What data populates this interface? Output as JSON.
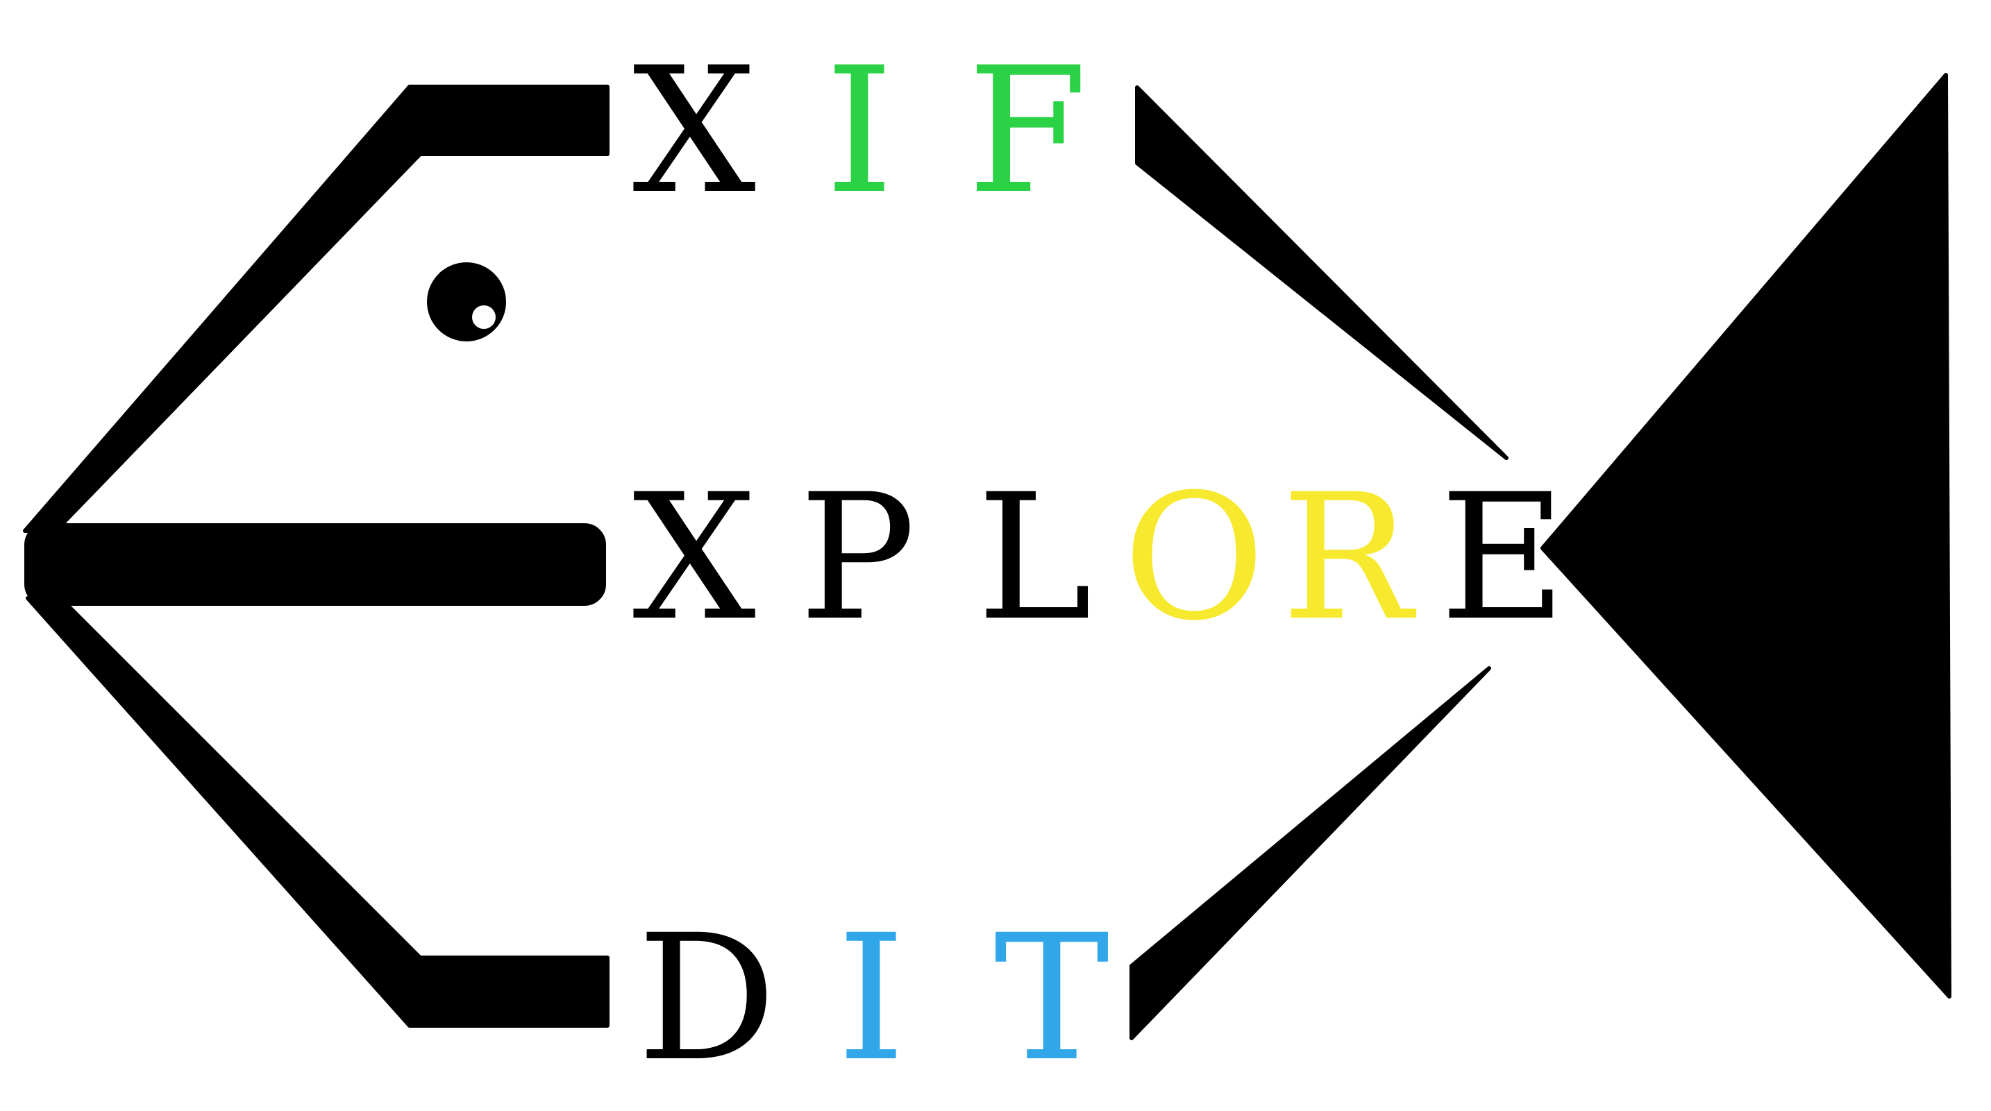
{
  "logo": {
    "words": [
      {
        "letters": [
          {
            "char": "X",
            "color": "#000000"
          },
          {
            "char": "I",
            "color": "#2bd245"
          },
          {
            "char": "F",
            "color": "#2bd245"
          }
        ]
      },
      {
        "letters": [
          {
            "char": "X",
            "color": "#000000"
          },
          {
            "char": "P",
            "color": "#000000"
          },
          {
            "char": "L",
            "color": "#000000"
          },
          {
            "char": "O",
            "color": "#f6e92e"
          },
          {
            "char": "R",
            "color": "#f6e92e"
          },
          {
            "char": "E",
            "color": "#000000"
          }
        ]
      },
      {
        "letters": [
          {
            "char": "D",
            "color": "#000000"
          },
          {
            "char": "I",
            "color": "#31a7ea"
          },
          {
            "char": "T",
            "color": "#31a7ea"
          }
        ]
      }
    ],
    "colors": {
      "shape": "#000000",
      "background": "#ffffff",
      "green": "#2bd245",
      "yellow": "#f6e92e",
      "blue": "#31a7ea"
    }
  }
}
